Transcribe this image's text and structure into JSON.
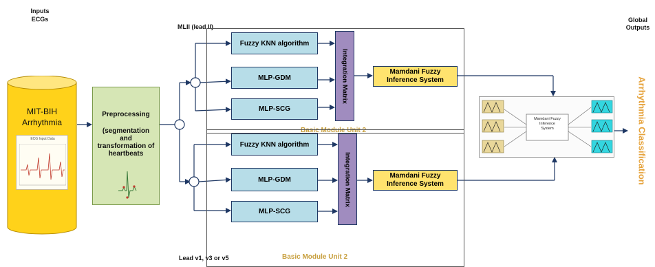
{
  "header": {
    "inputs_title": "Inputs\nECGs",
    "outputs_title": "Global\nOutputs"
  },
  "database": {
    "line1": "MIT-BIH",
    "line2": "Arrhythmia",
    "thumb_title": "ECG Input Data"
  },
  "preprocessing": {
    "title": "Preprocessing",
    "detail": "(segmentation\nand\ntransformation of\nheartbeats"
  },
  "leads": {
    "top": "MLII (lead II)",
    "bottom": "Lead v1, v3 or v5"
  },
  "modules": [
    {
      "classifiers": [
        "Fuzzy KNN algorithm",
        "MLP-GDM",
        "MLP-SCG"
      ],
      "integration": "Integration Matrix",
      "fuzzy": "Mamdani Fuzzy\nInference System",
      "label": "Basic Module Unit 2"
    },
    {
      "classifiers": [
        "Fuzzy KNN algorithm",
        "MLP-GDM",
        "MLP-SCG"
      ],
      "integration": "Integration Matrix",
      "fuzzy": "Mamdani Fuzzy\nInference System",
      "label": "Basic Module Unit 2"
    }
  ],
  "global_fis": {
    "center": "Mamdani Fuzzy\nInference\nSystem"
  },
  "output": {
    "label": "Arrhythmia Classification"
  },
  "colors": {
    "classifier_fill": "#b7dde8",
    "integration_fill": "#a08cbf",
    "fuzzy_fill": "#ffe36e",
    "db_fill": "#ffd21a",
    "preproc_fill": "#d6e6b5",
    "output_text": "#e6a33c",
    "arrow": "#1f3864"
  }
}
